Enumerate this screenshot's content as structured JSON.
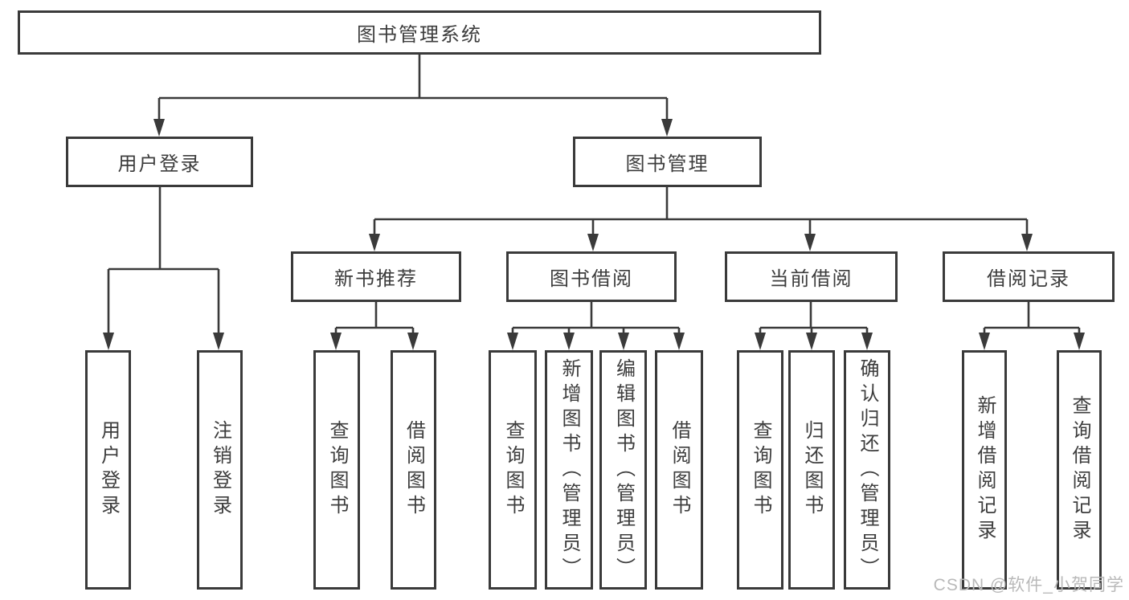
{
  "nodes": {
    "root": "图书管理系统",
    "level2": [
      "用户登录",
      "图书管理"
    ],
    "level3": [
      "新书推荐",
      "图书借阅",
      "当前借阅",
      "借阅记录"
    ],
    "group_user_login": [
      "用户登录",
      "注销登录"
    ],
    "group_new_book": [
      "查询图书",
      "借阅图书"
    ],
    "group_book_borrow": [
      "查询图书",
      "新增图书（管理员）",
      "编辑图书（管理员）",
      "借阅图书"
    ],
    "group_current_borrow": [
      "查询图书",
      "归还图书",
      "确认归还（管理员）"
    ],
    "group_borrow_record": [
      "新增借阅记录",
      "查询借阅记录"
    ]
  },
  "watermark": "CSDN @软件_小贺同学",
  "colors": {
    "line": "#3a3a3a",
    "text": "#3d3d3d",
    "watermark": "#b9b9b9",
    "background": "#ffffff"
  }
}
